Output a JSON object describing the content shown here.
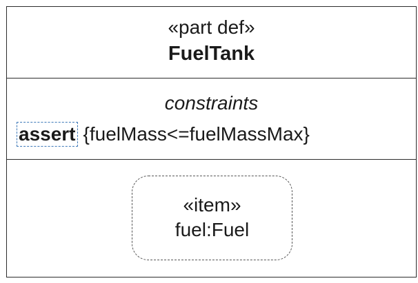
{
  "part": {
    "stereotype": "«part def»",
    "name": "FuelTank"
  },
  "constraints": {
    "title": "constraints",
    "keyword": "assert",
    "expression": "{fuelMass<=fuelMassMax}"
  },
  "item": {
    "stereotype": "«item»",
    "name": "fuel:Fuel"
  }
}
